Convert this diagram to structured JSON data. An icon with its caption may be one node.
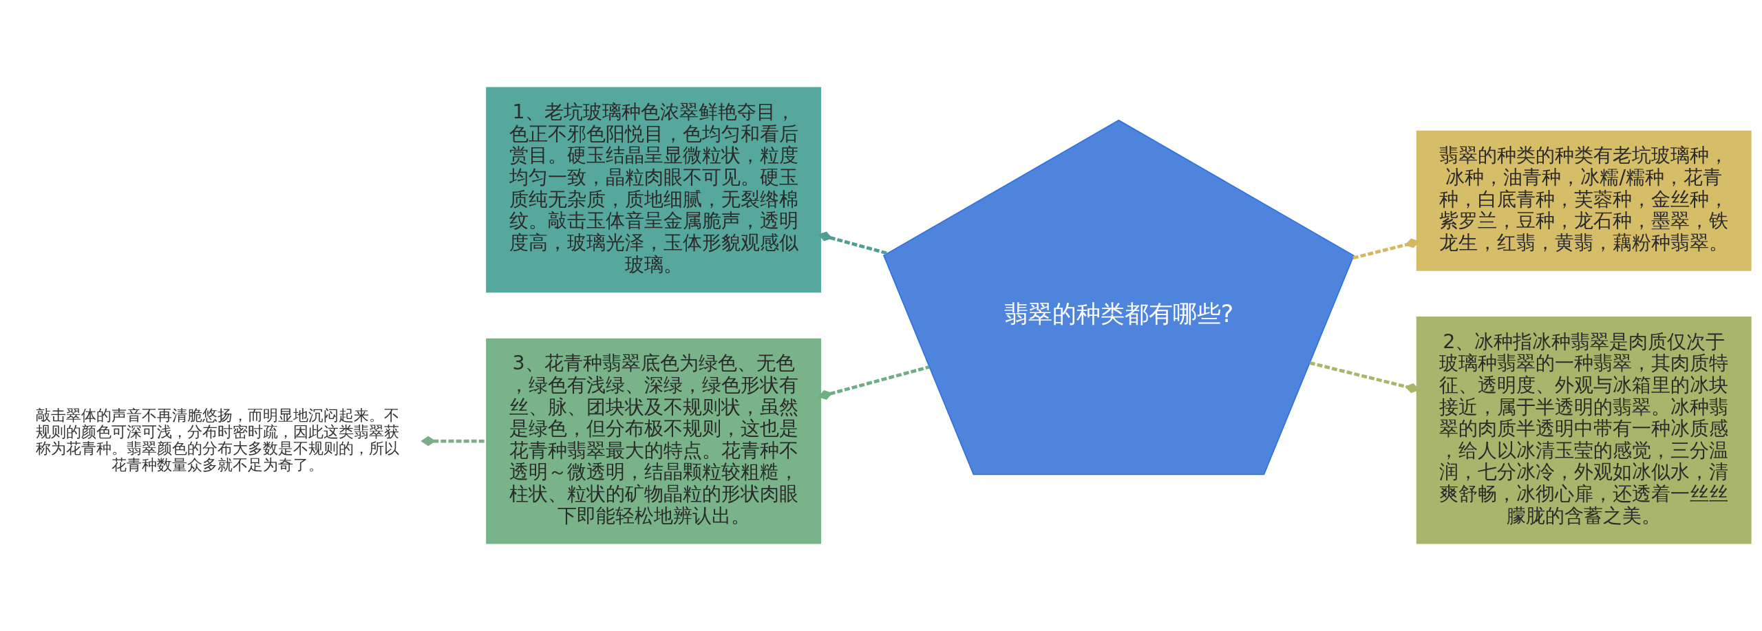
{
  "diagram": {
    "nodes": [
      {
        "text": [
          "翡翠的种类都有哪些?"
        ]
      },
      {
        "text": [
          "1、老坑玻璃种色浓翠鲜艳夺目，色正不邪色阳悦目，色均匀和看后赏目。硬玉结晶呈显微粒状，粒度均匀一致，晶粒肉眼不可见。硬玉质纯无杂质，质地细腻，无裂绺棉纹。敲击玉体音呈金属脆声，透明度高，玻璃光泽，玉体形貌观感似玻璃。"
        ]
      },
      {
        "text": [
          "3、花青种翡翠底色为绿色、无色，绿色有浅绿、深绿，绿色形状有丝、脉、团块状及不规则状，虽然是绿色，但分布极不规则，这也是花青种翡翠最大的特点。花青种不透明～微透明，结晶颗粒较粗糙，柱状、粒状的矿物晶粒的形状肉眼下即能轻松地辨认出。"
        ]
      },
      {
        "text": [
          "敲击翠体的声音不再清脆悠扬，而明显地沉闷起来。不规则的颜色可深可浅，分布时密时疏，因此这类翡翠获称为花青种。翡翠颜色的分布大多数是不规则的，所以花青种数量众多就不足为奇了。"
        ]
      },
      {
        "text": [
          "翡翠的种类的种类有老坑玻璃种，冰种，油青种，冰糯/糯种，花青种，白底青种，芙蓉种，金丝种，紫罗兰，豆种，龙石种，墨翠，铁龙生，红翡，黄翡，藕粉种翡翠。"
        ]
      },
      {
        "text": [
          "2、冰种指冰种翡翠是肉质仅次于玻璃种翡翠的一种翡翠，其肉质特征、透明度、外观与冰箱里的冰块接近，属于半透明的翡翠。冰种翡翠的肉质半透明中带有一种冰质感，给人以冰清玉莹的感觉，三分温润，七分冰冷，外观如冰似水，清爽舒畅，冰彻心扉，还透着一丝丝朦胧的含蓄之美。"
        ]
      }
    ],
    "edges": [
      {
        "from": 0,
        "to": 1,
        "arrow": "other",
        "style": "dashed",
        "color": "#4e9e93"
      },
      {
        "from": 0,
        "to": 2,
        "arrow": "other",
        "style": "dashed",
        "color": "#6fae83"
      },
      {
        "from": 2,
        "to": 3,
        "arrow": "other",
        "style": "dashed",
        "color": "#7aae8a"
      },
      {
        "from": 0,
        "to": 4,
        "arrow": "other",
        "style": "dashed",
        "color": "#d4b860"
      },
      {
        "from": 0,
        "to": 5,
        "arrow": "other",
        "style": "dashed",
        "color": "#a9b56a"
      }
    ]
  }
}
